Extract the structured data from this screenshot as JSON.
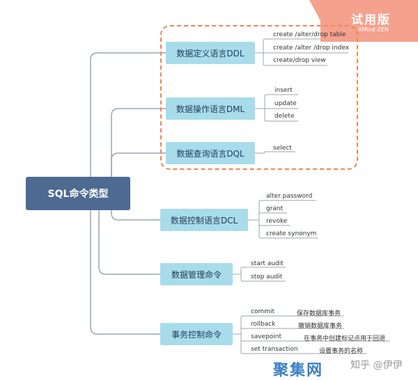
{
  "watermark": {
    "ribbon_title": "试用版",
    "ribbon_sub": "XMind·ZEN",
    "bottom_left": "聚集网",
    "bottom_right": "知乎 @伊伊"
  },
  "root": "SQL命令类型",
  "branches": [
    {
      "label": "数据定义语言DDL",
      "items": [
        {
          "text": "create /alter/drop  table"
        },
        {
          "text": "create /alter /drop index"
        },
        {
          "text": "create/drop view"
        }
      ]
    },
    {
      "label": "数据操作语言DML",
      "items": [
        {
          "text": "insert"
        },
        {
          "text": "update"
        },
        {
          "text": "delete"
        }
      ]
    },
    {
      "label": "数据查询语言DQL",
      "items": [
        {
          "text": "select"
        }
      ]
    },
    {
      "label": "数据控制语言DCL",
      "items": [
        {
          "text": "alter password"
        },
        {
          "text": "grant"
        },
        {
          "text": "revoke"
        },
        {
          "text": "create synonym"
        }
      ]
    },
    {
      "label": "数据管理命令",
      "items": [
        {
          "text": "start audit"
        },
        {
          "text": "stop audit"
        }
      ]
    },
    {
      "label": "事务控制命令",
      "items": [
        {
          "text": "commit",
          "desc": "保存数据库事务"
        },
        {
          "text": "rollback",
          "desc": "撤销数据库事务"
        },
        {
          "text": "savepoint",
          "desc": "在事务中创建标记点用于回退"
        },
        {
          "text": "set transaction",
          "desc": "设置事务的名称"
        }
      ]
    }
  ]
}
